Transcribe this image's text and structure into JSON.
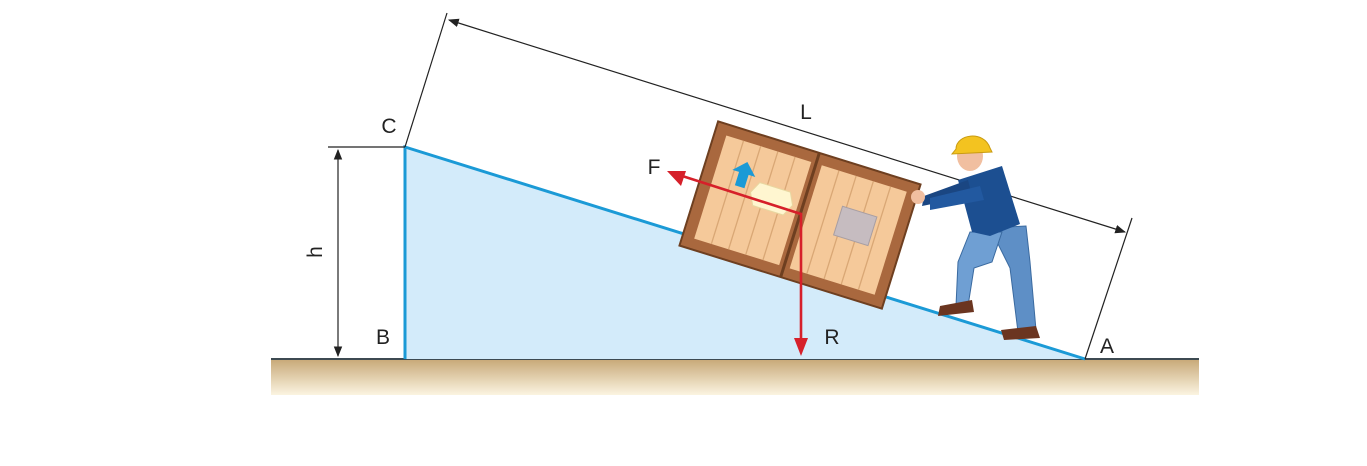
{
  "labels": {
    "vertex_c": "C",
    "vertex_b": "B",
    "vertex_a": "A",
    "length": "L",
    "height": "h",
    "force": "F",
    "resistance": "R"
  },
  "colors": {
    "ramp_fill": "#d3ebfa",
    "ramp_edge": "#1b9ad6",
    "ground_top": "#c7a877",
    "ground_bottom": "#fbf4e1",
    "ground_line": "#3d4a52",
    "vector": "#d6202a",
    "crate_frame": "#a9683e",
    "crate_panel": "#f5c99a",
    "helmet": "#f3c320",
    "shirt": "#1c4f91",
    "pants": "#5e8fc6",
    "shoes": "#6b3520",
    "skin": "#f1bfa0"
  },
  "icons": {
    "crate_arrow": "up-arrow-icon",
    "crate_label_front": "label-plate",
    "crate_label_side": "label-plate"
  }
}
